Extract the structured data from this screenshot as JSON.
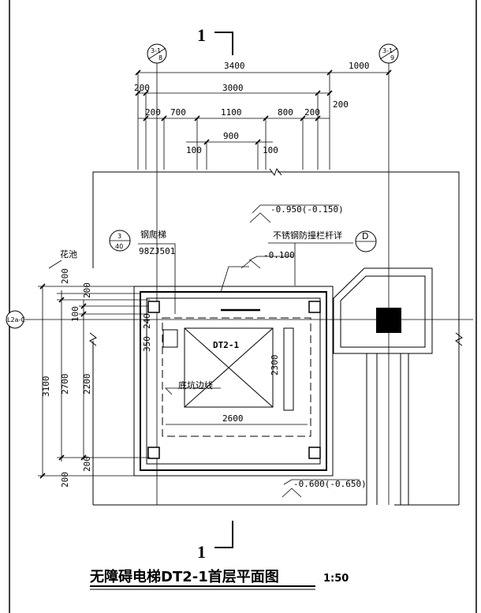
{
  "section_marks": {
    "top": "1",
    "bottom": "1"
  },
  "axis_bubbles": {
    "left": {
      "top": "3-1",
      "bottom": "8"
    },
    "right": {
      "top": "3-1",
      "bottom": "9"
    },
    "side": "L2a-C"
  },
  "dims_horizontal": {
    "total": "3400",
    "right_ext": "1000",
    "left_200": "200",
    "inner": "3000",
    "right_200": "200",
    "seg_200": "200",
    "seg_700": "700",
    "seg_1100": "1100",
    "seg_800": "800",
    "seg_200b": "200",
    "door": "900",
    "door_l": "100",
    "door_r": "100",
    "pit": "2600"
  },
  "dims_vertical": {
    "v3100": "3100",
    "v2700": "2700",
    "v2200": "2200",
    "v200_top": "200",
    "v200_bot": "200",
    "v200_i1": "200",
    "v200_i2": "200",
    "v100": "100",
    "v240": "240",
    "v350": "350",
    "v2300": "2300"
  },
  "labels": {
    "elev1": "-0.950(-0.150)",
    "railing": "不锈钢防撞栏杆详",
    "ladder": "钢爬梯",
    "ladder_ref": "98ZJ501",
    "ladder_bubble_top": "3",
    "ladder_bubble_bot": "40",
    "detail_bubble": "D",
    "planter": "花池",
    "elev2": "-0.100",
    "elevator": "DT2-1",
    "pit_edge": "底坑边线",
    "elev3": "-0.600(-0.650)"
  },
  "title": {
    "text": "无障碍电梯DT2-1首层平面图",
    "scale": "1:50"
  }
}
